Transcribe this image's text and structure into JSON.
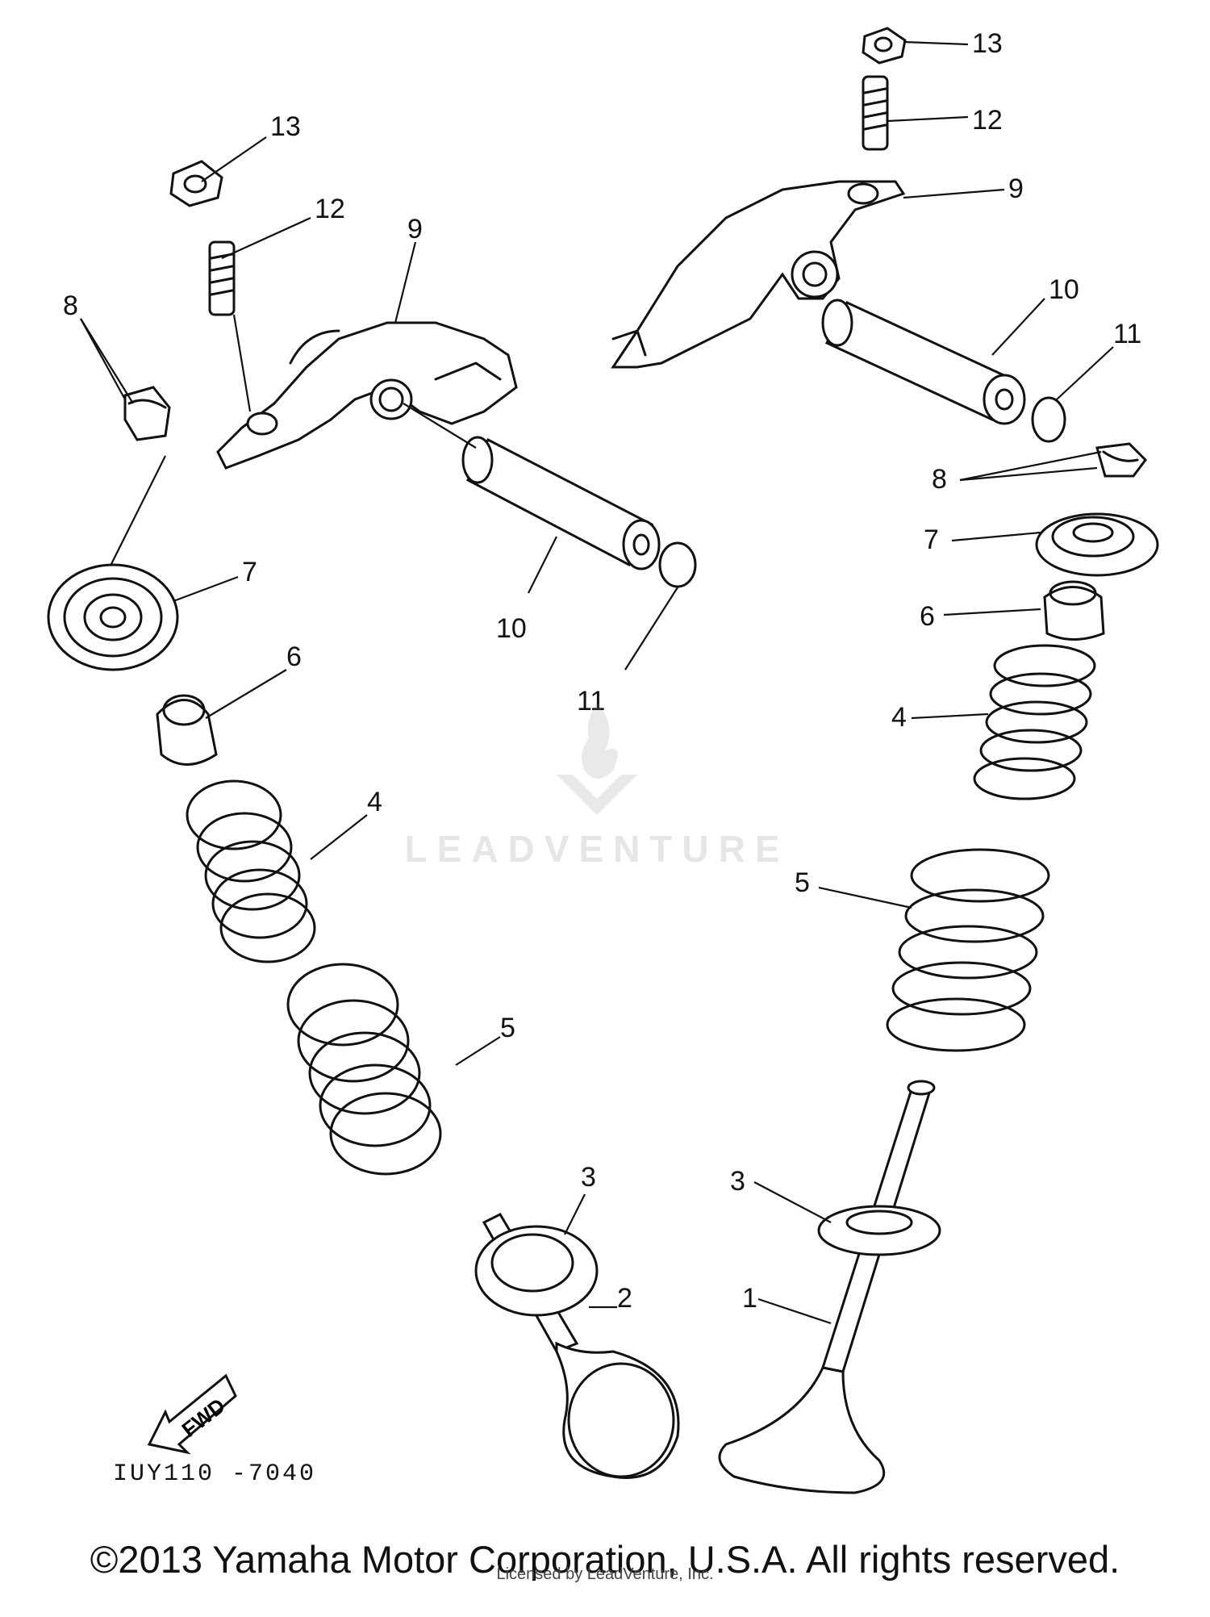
{
  "diagram": {
    "callouts": [
      "1",
      "2",
      "3",
      "4",
      "5",
      "6",
      "7",
      "8",
      "9",
      "10",
      "11",
      "12",
      "13"
    ],
    "fwd_label": "FWD",
    "drawing_id": "IUY110 -7040"
  },
  "watermark": {
    "text": "LEADVENTURE"
  },
  "footer": {
    "copyright": "©2013 Yamaha Motor Corporation, U.S.A. All rights reserved.",
    "licensed": "Licensed by LeadVenture, Inc."
  }
}
